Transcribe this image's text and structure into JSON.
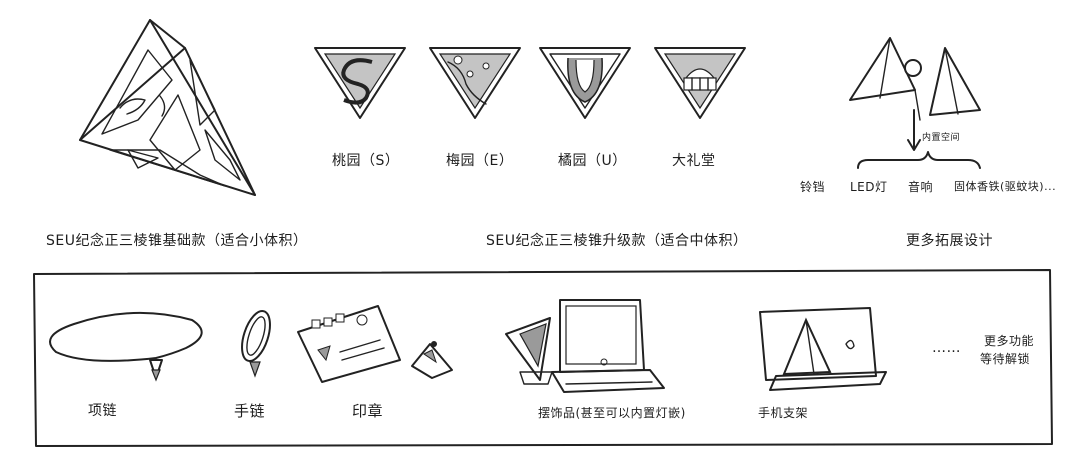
{
  "top": {
    "basic": {
      "caption": "SEU纪念正三棱锥基础款（适合小体积）"
    },
    "upgraded": {
      "caption": "SEU纪念正三棱锥升级款（适合中体积）",
      "badges": [
        {
          "label": "桃园（S）",
          "icon": "peach-garden-s-badge"
        },
        {
          "label": "梅园（E）",
          "icon": "plum-garden-e-badge"
        },
        {
          "label": "橘园（U）",
          "icon": "orange-garden-u-badge"
        },
        {
          "label": "大礼堂",
          "icon": "auditorium-badge"
        }
      ]
    },
    "more": {
      "caption": "更多拓展设计",
      "arrow_label": "内置空间",
      "items": [
        "铃铛",
        "LED灯",
        "音响",
        "固体香铁(驱蚊块)..."
      ]
    }
  },
  "bottom": {
    "items": [
      {
        "label": "项链",
        "icon": "necklace-icon"
      },
      {
        "label": "手链",
        "icon": "bracelet-icon"
      },
      {
        "label": "印章",
        "icon": "stamp-icon"
      },
      {
        "label": "摆饰品(甚至可以内置灯嵌)",
        "icon": "ornament-icon"
      },
      {
        "label": "手机支架",
        "icon": "phone-stand-icon"
      }
    ],
    "more": {
      "dots": "……",
      "line1": "更多功能",
      "line2": "等待解锁"
    }
  }
}
